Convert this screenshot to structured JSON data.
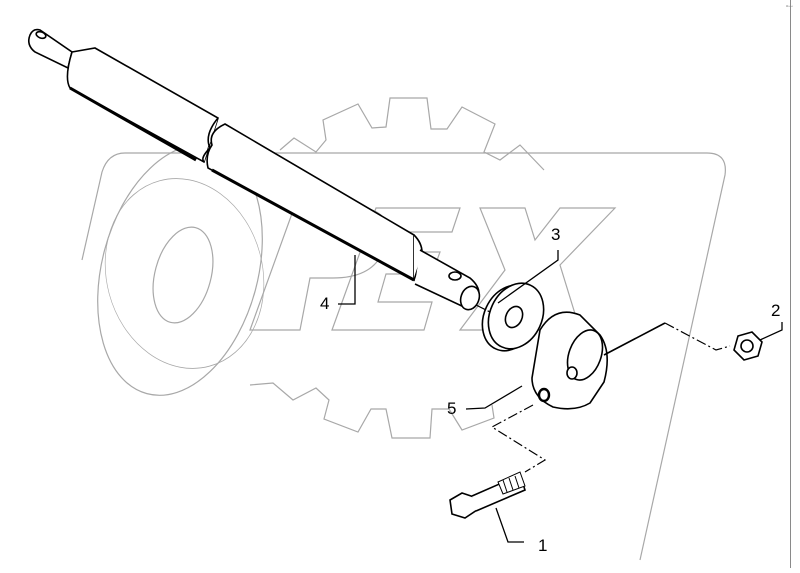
{
  "diagram": {
    "type": "exploded-parts-diagram",
    "watermark": {
      "text": "OPEX",
      "shape": "gear",
      "color": "#a8a8a8"
    },
    "line_color": "#000000",
    "corner_mark": "ᵃ▫▫▫",
    "callouts": [
      {
        "id": "1",
        "label": "1",
        "part": "hex-bolt"
      },
      {
        "id": "2",
        "label": "2",
        "part": "hex-lock-nut"
      },
      {
        "id": "3",
        "label": "3",
        "part": "washer"
      },
      {
        "id": "4",
        "label": "4",
        "part": "shaft"
      },
      {
        "id": "5",
        "label": "5",
        "part": "clamp-collar"
      }
    ]
  }
}
